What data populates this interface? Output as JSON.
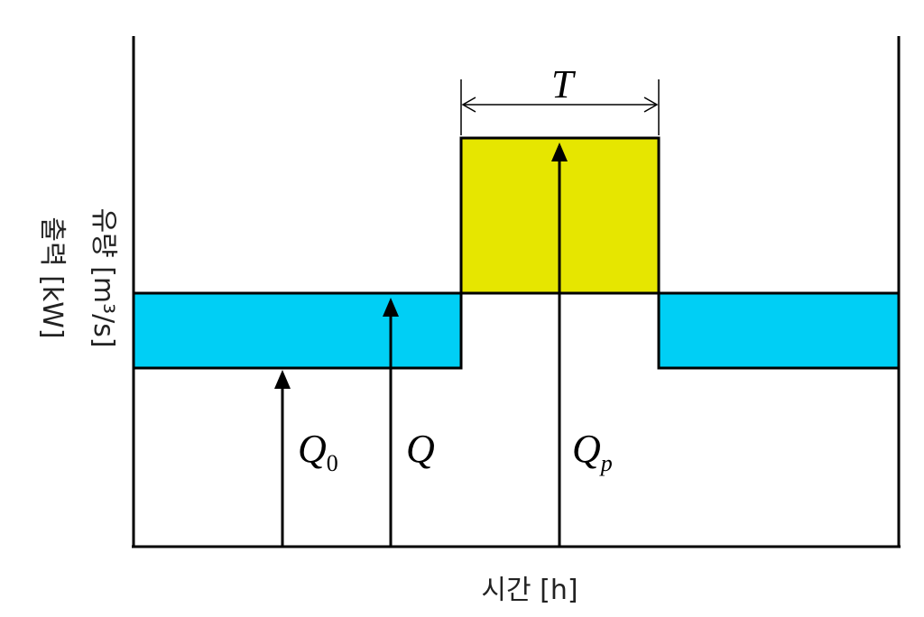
{
  "labels": {
    "q0": "Q",
    "q0_sub": "0",
    "q": "Q",
    "qp": "Q",
    "qp_sub": "p",
    "t": "T",
    "x_axis": "시간 [h]",
    "y_axis_line1": "유량 [m³/s]",
    "y_axis_line2": "출력 [kW]"
  },
  "colors": {
    "base_band": "#00CFF5",
    "peak_block": "#E6E600",
    "stroke": "#000000"
  }
}
